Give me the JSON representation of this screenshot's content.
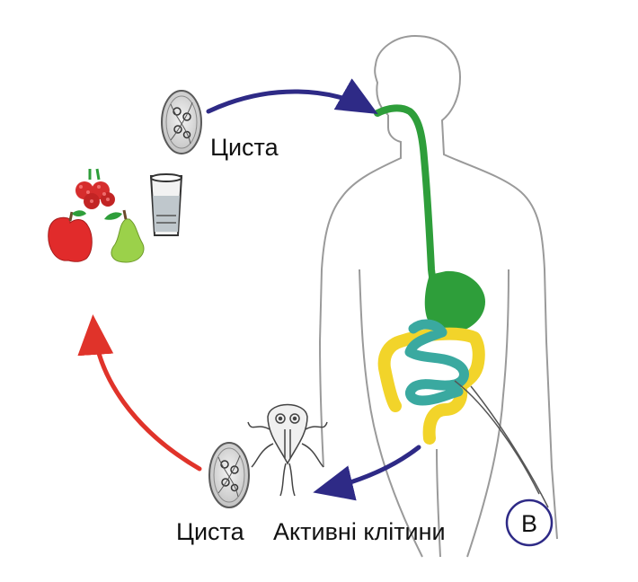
{
  "labels": {
    "cyst_top": "Циста",
    "cyst_bottom": "Циста",
    "trophozoites": "Активні клітини",
    "stage_badge": "В"
  },
  "colors": {
    "arrow_ingestion": "#2e2a86",
    "arrow_excretion": "#2e2a86",
    "arrow_return": "#e0332a",
    "digestive_tract": "#2e9e3a",
    "small_intestine": "#3aa9a0",
    "large_intestine": "#f2d42a",
    "body_outline": "#9a9a9a"
  },
  "icons": [
    "cyst-icon",
    "raspberry-icon",
    "apple-icon",
    "pear-icon",
    "water-glass-icon",
    "trophozoite-icon",
    "human-body-outline"
  ]
}
